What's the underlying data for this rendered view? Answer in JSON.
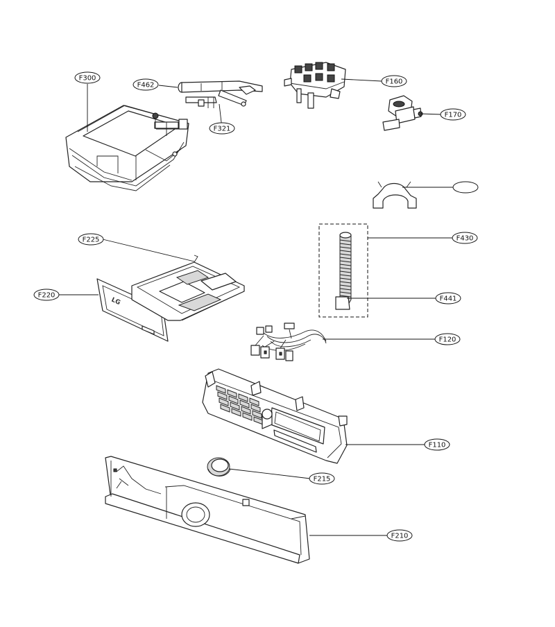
{
  "callouts": [
    {
      "id": "F300",
      "label": "F300"
    },
    {
      "id": "F462",
      "label": "F462"
    },
    {
      "id": "F321",
      "label": "F321"
    },
    {
      "id": "F160",
      "label": "F160"
    },
    {
      "id": "F170",
      "label": "F170"
    },
    {
      "id": "blank",
      "label": ""
    },
    {
      "id": "F225",
      "label": "F225"
    },
    {
      "id": "F220",
      "label": "F220"
    },
    {
      "id": "F430",
      "label": "F430"
    },
    {
      "id": "F441",
      "label": "F441"
    },
    {
      "id": "F120",
      "label": "F120"
    },
    {
      "id": "F110",
      "label": "F110"
    },
    {
      "id": "F215",
      "label": "F215"
    },
    {
      "id": "F210",
      "label": "F210"
    }
  ],
  "drawer_logo": "LG"
}
